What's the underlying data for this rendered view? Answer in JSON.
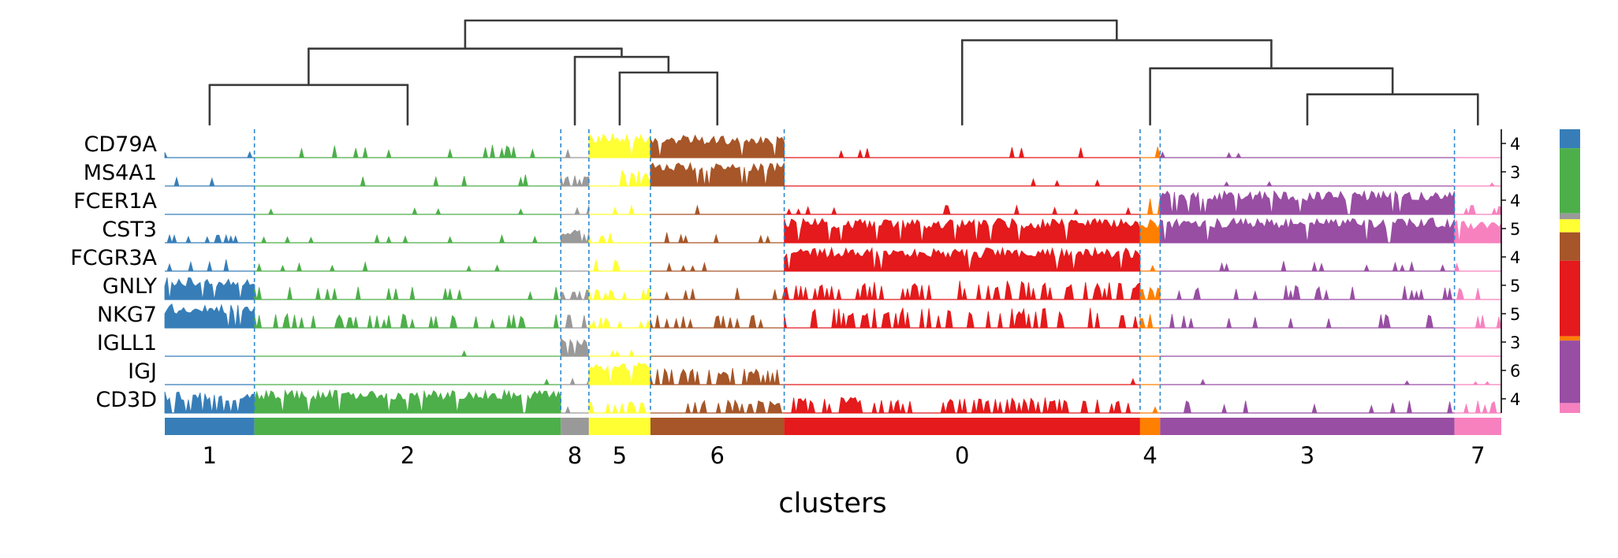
{
  "figure": {
    "background": "#ffffff",
    "separator_color": "#2f88d0",
    "axis_color": "#000000",
    "text_color": "#000000"
  },
  "chart_data": {
    "type": "area",
    "variant": "tracksplot",
    "title": "",
    "xlabel": "clusters",
    "layout": {
      "dendrogram_position": "top",
      "cluster_bar_position": "bottom",
      "right_colorbar": true,
      "grid": false,
      "tracks_format": "per cluster [amplitude 0-1 relative to ymax, density 0-1 fraction of cells expressing]"
    },
    "cluster_order": [
      "1",
      "2",
      "8",
      "5",
      "6",
      "0",
      "4",
      "3",
      "7"
    ],
    "clusters": {
      "0": {
        "label": "0",
        "color": "#e41a1c",
        "fraction": 0.266
      },
      "1": {
        "label": "1",
        "color": "#377eb8",
        "fraction": 0.067
      },
      "2": {
        "label": "2",
        "color": "#4daf4a",
        "fraction": 0.229
      },
      "3": {
        "label": "3",
        "color": "#984ea3",
        "fraction": 0.22
      },
      "4": {
        "label": "4",
        "color": "#ff7f00",
        "fraction": 0.015
      },
      "5": {
        "label": "5",
        "color": "#ffff33",
        "fraction": 0.046
      },
      "6": {
        "label": "6",
        "color": "#a65628",
        "fraction": 0.1
      },
      "7": {
        "label": "7",
        "color": "#f781bf",
        "fraction": 0.035
      },
      "8": {
        "label": "8",
        "color": "#999999",
        "fraction": 0.021
      }
    },
    "genes": [
      {
        "name": "CD79A",
        "ymax": 4,
        "tracks": [
          [
            0.35,
            0.06
          ],
          [
            0.5,
            0.12
          ],
          [
            0.4,
            0.2
          ],
          [
            0.92,
            0.96
          ],
          [
            0.88,
            0.96
          ],
          [
            0.4,
            0.03
          ],
          [
            0.5,
            0.2
          ],
          [
            0.3,
            0.02
          ],
          [
            0.4,
            0.08
          ]
        ]
      },
      {
        "name": "MS4A1",
        "ymax": 3,
        "tracks": [
          [
            0.35,
            0.05
          ],
          [
            0.5,
            0.07
          ],
          [
            0.4,
            0.3
          ],
          [
            0.6,
            0.25
          ],
          [
            0.9,
            0.95
          ],
          [
            0.3,
            0.02
          ],
          [
            0.0,
            0.0
          ],
          [
            0.2,
            0.01
          ],
          [
            0.2,
            0.02
          ]
        ]
      },
      {
        "name": "FCER1A",
        "ymax": 4,
        "tracks": [
          [
            0.3,
            0.01
          ],
          [
            0.3,
            0.03
          ],
          [
            0.4,
            0.25
          ],
          [
            0.4,
            0.1
          ],
          [
            0.4,
            0.06
          ],
          [
            0.35,
            0.04
          ],
          [
            0.9,
            0.25
          ],
          [
            0.9,
            0.93
          ],
          [
            0.4,
            0.15
          ]
        ]
      },
      {
        "name": "CST3",
        "ymax": 5,
        "tracks": [
          [
            0.35,
            0.2
          ],
          [
            0.35,
            0.07
          ],
          [
            0.5,
            0.5
          ],
          [
            0.4,
            0.15
          ],
          [
            0.4,
            0.12
          ],
          [
            0.93,
            0.95
          ],
          [
            0.9,
            0.9
          ],
          [
            0.95,
            0.96
          ],
          [
            0.85,
            0.9
          ]
        ]
      },
      {
        "name": "FCGR3A",
        "ymax": 4,
        "tracks": [
          [
            0.45,
            0.18
          ],
          [
            0.35,
            0.05
          ],
          [
            0.3,
            0.15
          ],
          [
            0.5,
            0.15
          ],
          [
            0.35,
            0.05
          ],
          [
            0.9,
            0.93
          ],
          [
            0.3,
            0.15
          ],
          [
            0.4,
            0.08
          ],
          [
            0.3,
            0.06
          ]
        ]
      },
      {
        "name": "GNLY",
        "ymax": 5,
        "tracks": [
          [
            0.88,
            0.9
          ],
          [
            0.5,
            0.12
          ],
          [
            0.4,
            0.3
          ],
          [
            0.45,
            0.35
          ],
          [
            0.45,
            0.12
          ],
          [
            0.72,
            0.33
          ],
          [
            0.6,
            0.4
          ],
          [
            0.55,
            0.14
          ],
          [
            0.5,
            0.15
          ]
        ]
      },
      {
        "name": "NKG7",
        "ymax": 5,
        "tracks": [
          [
            0.92,
            0.95
          ],
          [
            0.55,
            0.28
          ],
          [
            0.5,
            0.35
          ],
          [
            0.4,
            0.3
          ],
          [
            0.55,
            0.22
          ],
          [
            0.78,
            0.38
          ],
          [
            0.6,
            0.4
          ],
          [
            0.55,
            0.14
          ],
          [
            0.5,
            0.15
          ]
        ]
      },
      {
        "name": "IGLL1",
        "ymax": 3,
        "tracks": [
          [
            0.0,
            0.0
          ],
          [
            0.25,
            0.01
          ],
          [
            0.75,
            0.8
          ],
          [
            0.3,
            0.15
          ],
          [
            0.0,
            0.0
          ],
          [
            0.15,
            0.003
          ],
          [
            0.0,
            0.0
          ],
          [
            0.1,
            0.003
          ],
          [
            0.0,
            0.0
          ]
        ]
      },
      {
        "name": "IGJ",
        "ymax": 6,
        "tracks": [
          [
            0.15,
            0.01
          ],
          [
            0.3,
            0.02
          ],
          [
            0.3,
            0.1
          ],
          [
            0.92,
            0.95
          ],
          [
            0.65,
            0.5
          ],
          [
            0.3,
            0.015
          ],
          [
            0.0,
            0.0
          ],
          [
            0.2,
            0.01
          ],
          [
            0.2,
            0.03
          ]
        ]
      },
      {
        "name": "CD3D",
        "ymax": 4,
        "tracks": [
          [
            0.82,
            0.85
          ],
          [
            0.88,
            0.95
          ],
          [
            0.3,
            0.15
          ],
          [
            0.45,
            0.3
          ],
          [
            0.5,
            0.3
          ],
          [
            0.6,
            0.3
          ],
          [
            0.4,
            0.2
          ],
          [
            0.5,
            0.1
          ],
          [
            0.5,
            0.2
          ]
        ]
      }
    ],
    "dendrogram": {
      "color": "#3b3b3b",
      "tree": {
        "h": 1.0,
        "c": [
          {
            "h": 0.73,
            "c": [
              {
                "h": 0.38,
                "c": [
                  "1",
                  "2"
                ]
              },
              {
                "h": 0.65,
                "c": [
                  "8",
                  {
                    "h": 0.5,
                    "c": [
                      "5",
                      "6"
                    ]
                  }
                ]
              }
            ]
          },
          {
            "h": 0.81,
            "c": [
              "0",
              {
                "h": 0.54,
                "c": [
                  "4",
                  {
                    "h": 0.29,
                    "c": [
                      "3",
                      "7"
                    ]
                  }
                ]
              }
            ]
          }
        ]
      }
    }
  }
}
